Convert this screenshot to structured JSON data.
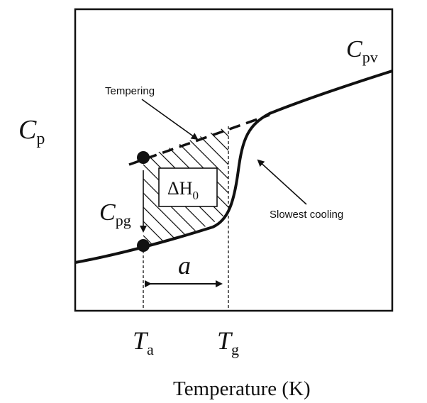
{
  "labels": {
    "y_axis_symbol": "C",
    "y_axis_sub": "p",
    "x_axis_label": "Temperature (K)",
    "cpv_symbol": "C",
    "cpv_sub": "pv",
    "cpg_symbol": "C",
    "cpg_sub": "pg",
    "tempering": "Tempering",
    "slowest_cooling": "Slowest cooling",
    "enthalpy_box": "ΔH",
    "enthalpy_sub": "0",
    "ta_symbol": "T",
    "ta_sub": "a",
    "tg_symbol": "T",
    "tg_sub": "g",
    "interval": "a"
  },
  "colors": {
    "ink": "#111111",
    "background": "#ffffff"
  }
}
